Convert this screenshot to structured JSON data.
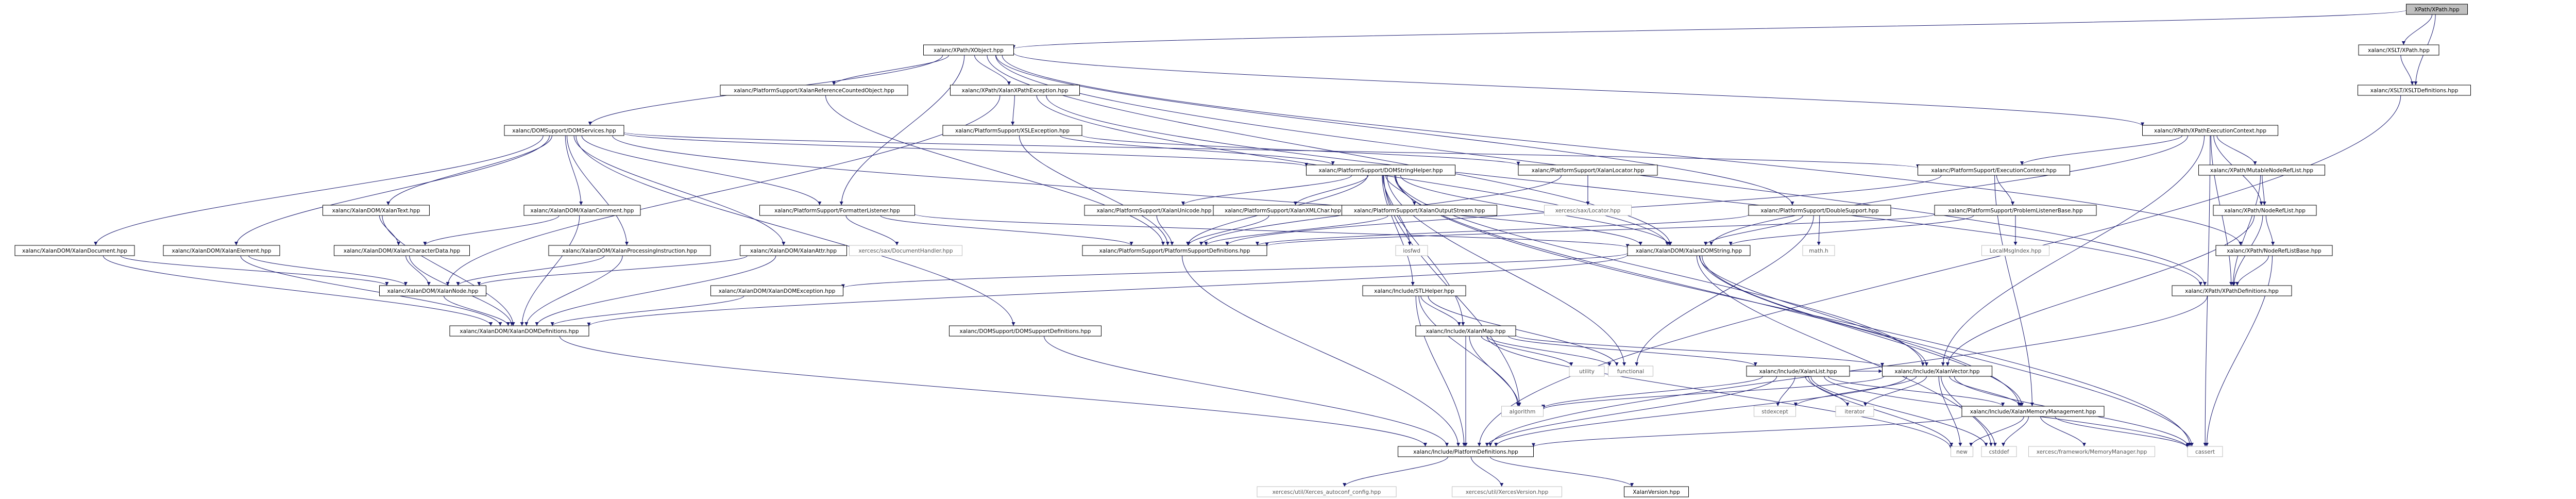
{
  "colors": {
    "edge": "#191970",
    "root_fill": "#bfbfbf",
    "box_border": "#000000",
    "external_border": "#bfbfbf"
  },
  "nodes": [
    {
      "id": "n0",
      "label": "XPath/XPath.hpp",
      "kind": "root"
    },
    {
      "id": "n1",
      "label": "xalanc/XPath/XObject.hpp",
      "kind": "box"
    },
    {
      "id": "n2",
      "label": "xalanc/XSLT/XPath.hpp",
      "kind": "box"
    },
    {
      "id": "n3",
      "label": "xalanc/XSLT/XSLTDefinitions.hpp",
      "kind": "box"
    },
    {
      "id": "n4",
      "label": "xalanc/PlatformSupport/XalanReferenceCountedObject.hpp",
      "kind": "box"
    },
    {
      "id": "n5",
      "label": "xalanc/XPath/XalanXPathException.hpp",
      "kind": "box"
    },
    {
      "id": "n6",
      "label": "xalanc/DOMSupport/DOMServices.hpp",
      "kind": "box"
    },
    {
      "id": "n7",
      "label": "xalanc/PlatformSupport/XSLException.hpp",
      "kind": "box"
    },
    {
      "id": "n8",
      "label": "xalanc/XPath/XPathExecutionContext.hpp",
      "kind": "box"
    },
    {
      "id": "n9",
      "label": "xalanc/PlatformSupport/DOMStringHelper.hpp",
      "kind": "box"
    },
    {
      "id": "n10",
      "label": "xalanc/PlatformSupport/XalanLocator.hpp",
      "kind": "box"
    },
    {
      "id": "n11",
      "label": "xalanc/PlatformSupport/ExecutionContext.hpp",
      "kind": "box"
    },
    {
      "id": "n12",
      "label": "xalanc/XPath/MutableNodeRefList.hpp",
      "kind": "box"
    },
    {
      "id": "n13",
      "label": "xalanc/XPath/NodeRefList.hpp",
      "kind": "box"
    },
    {
      "id": "n14",
      "label": "xalanc/XalanDOM/XalanText.hpp",
      "kind": "box"
    },
    {
      "id": "n15",
      "label": "xalanc/XalanDOM/XalanComment.hpp",
      "kind": "box"
    },
    {
      "id": "n16",
      "label": "xalanc/PlatformSupport/FormatterListener.hpp",
      "kind": "box"
    },
    {
      "id": "n17",
      "label": "xalanc/PlatformSupport/XalanUnicode.hpp",
      "kind": "box"
    },
    {
      "id": "n18",
      "label": "xalanc/PlatformSupport/XalanXMLChar.hpp",
      "kind": "box"
    },
    {
      "id": "n19",
      "label": "xalanc/PlatformSupport/XalanOutputStream.hpp",
      "kind": "box"
    },
    {
      "id": "n20",
      "label": "iosfwd",
      "kind": "ext"
    },
    {
      "id": "n21",
      "label": "xercesc/sax/Locator.hpp",
      "kind": "ext"
    },
    {
      "id": "n22",
      "label": "xalanc/PlatformSupport/DoubleSupport.hpp",
      "kind": "box"
    },
    {
      "id": "n23",
      "label": "xalanc/PlatformSupport/ProblemListenerBase.hpp",
      "kind": "box"
    },
    {
      "id": "n24",
      "label": "xalanc/XPath/NodeRefListBase.hpp",
      "kind": "box"
    },
    {
      "id": "n25",
      "label": "xalanc/XalanDOM/XalanDocument.hpp",
      "kind": "box"
    },
    {
      "id": "n26",
      "label": "xalanc/XalanDOM/XalanElement.hpp",
      "kind": "box"
    },
    {
      "id": "n27",
      "label": "xalanc/XalanDOM/XalanCharacterData.hpp",
      "kind": "box"
    },
    {
      "id": "n28",
      "label": "xalanc/XalanDOM/XalanProcessingInstruction.hpp",
      "kind": "box"
    },
    {
      "id": "n29",
      "label": "xalanc/XalanDOM/XalanAttr.hpp",
      "kind": "box"
    },
    {
      "id": "n30",
      "label": "xercesc/sax/DocumentHandler.hpp",
      "kind": "ext"
    },
    {
      "id": "n31",
      "label": "xalanc/PlatformSupport/PlatformSupportDefinitions.hpp",
      "kind": "box"
    },
    {
      "id": "n32",
      "label": "xalanc/XalanDOM/XalanDOMString.hpp",
      "kind": "box"
    },
    {
      "id": "n33",
      "label": "math.h",
      "kind": "ext"
    },
    {
      "id": "n34",
      "label": "LocalMsgIndex.hpp",
      "kind": "ext"
    },
    {
      "id": "n35",
      "label": "xalanc/XPath/XPathDefinitions.hpp",
      "kind": "box"
    },
    {
      "id": "n36",
      "label": "xalanc/XalanDOM/XalanNode.hpp",
      "kind": "box"
    },
    {
      "id": "n37",
      "label": "xalanc/XalanDOM/XalanDOMException.hpp",
      "kind": "box"
    },
    {
      "id": "n38",
      "label": "xalanc/Include/STLHelper.hpp",
      "kind": "box"
    },
    {
      "id": "n39",
      "label": "xalanc/XalanDOM/XalanDOMDefinitions.hpp",
      "kind": "box"
    },
    {
      "id": "n40",
      "label": "xalanc/DOMSupport/DOMSupportDefinitions.hpp",
      "kind": "box"
    },
    {
      "id": "n41",
      "label": "xalanc/Include/XalanMap.hpp",
      "kind": "box"
    },
    {
      "id": "n42",
      "label": "utility",
      "kind": "ext"
    },
    {
      "id": "n43",
      "label": "functional",
      "kind": "ext"
    },
    {
      "id": "n44",
      "label": "xalanc/Include/XalanList.hpp",
      "kind": "box"
    },
    {
      "id": "n45",
      "label": "xalanc/Include/XalanVector.hpp",
      "kind": "box"
    },
    {
      "id": "n46",
      "label": "algorithm",
      "kind": "ext"
    },
    {
      "id": "n47",
      "label": "stdexcept",
      "kind": "ext"
    },
    {
      "id": "n48",
      "label": "iterator",
      "kind": "ext"
    },
    {
      "id": "n49",
      "label": "xalanc/Include/XalanMemoryManagement.hpp",
      "kind": "box"
    },
    {
      "id": "n50",
      "label": "new",
      "kind": "ext"
    },
    {
      "id": "n51",
      "label": "cstddef",
      "kind": "ext"
    },
    {
      "id": "n52",
      "label": "xercesc/framework/MemoryManager.hpp",
      "kind": "ext"
    },
    {
      "id": "n53",
      "label": "cassert",
      "kind": "ext"
    },
    {
      "id": "n54",
      "label": "xalanc/Include/PlatformDefinitions.hpp",
      "kind": "box"
    },
    {
      "id": "n55",
      "label": "xercesc/util/Xerces_autoconf_config.hpp",
      "kind": "ext"
    },
    {
      "id": "n56",
      "label": "xercesc/util/XercesVersion.hpp",
      "kind": "ext"
    },
    {
      "id": "n57",
      "label": "XalanVersion.hpp",
      "kind": "box"
    }
  ],
  "edges": [
    [
      "n0",
      "n1"
    ],
    [
      "n0",
      "n2"
    ],
    [
      "n0",
      "n3"
    ],
    [
      "n2",
      "n3"
    ],
    [
      "n1",
      "n4"
    ],
    [
      "n1",
      "n5"
    ],
    [
      "n1",
      "n6"
    ],
    [
      "n1",
      "n8"
    ],
    [
      "n1",
      "n16"
    ],
    [
      "n1",
      "n22"
    ],
    [
      "n1",
      "n32"
    ],
    [
      "n1",
      "n24"
    ],
    [
      "n1",
      "n35"
    ],
    [
      "n3",
      "n54"
    ],
    [
      "n4",
      "n31"
    ],
    [
      "n5",
      "n7"
    ],
    [
      "n5",
      "n36"
    ],
    [
      "n5",
      "n32"
    ],
    [
      "n5",
      "n35"
    ],
    [
      "n6",
      "n9"
    ],
    [
      "n6",
      "n14"
    ],
    [
      "n6",
      "n15"
    ],
    [
      "n6",
      "n16"
    ],
    [
      "n6",
      "n25"
    ],
    [
      "n6",
      "n26"
    ],
    [
      "n6",
      "n28"
    ],
    [
      "n6",
      "n29"
    ],
    [
      "n6",
      "n32"
    ],
    [
      "n6",
      "n40"
    ],
    [
      "n6",
      "n11"
    ],
    [
      "n7",
      "n9"
    ],
    [
      "n7",
      "n10"
    ],
    [
      "n7",
      "n31"
    ],
    [
      "n8",
      "n11"
    ],
    [
      "n8",
      "n12"
    ],
    [
      "n8",
      "n13"
    ],
    [
      "n8",
      "n35"
    ],
    [
      "n8",
      "n45"
    ],
    [
      "n8",
      "n53"
    ],
    [
      "n8",
      "n32"
    ],
    [
      "n9",
      "n17"
    ],
    [
      "n9",
      "n18"
    ],
    [
      "n9",
      "n19"
    ],
    [
      "n9",
      "n20"
    ],
    [
      "n9",
      "n31"
    ],
    [
      "n9",
      "n32"
    ],
    [
      "n9",
      "n38"
    ],
    [
      "n9",
      "n41"
    ],
    [
      "n9",
      "n45"
    ],
    [
      "n9",
      "n46"
    ],
    [
      "n9",
      "n43"
    ],
    [
      "n9",
      "n49"
    ],
    [
      "n9",
      "n53"
    ],
    [
      "n10",
      "n21"
    ],
    [
      "n10",
      "n31"
    ],
    [
      "n11",
      "n23"
    ],
    [
      "n11",
      "n31"
    ],
    [
      "n11",
      "n49"
    ],
    [
      "n12",
      "n13"
    ],
    [
      "n12",
      "n35"
    ],
    [
      "n13",
      "n24"
    ],
    [
      "n13",
      "n35"
    ],
    [
      "n13",
      "n45"
    ],
    [
      "n14",
      "n27"
    ],
    [
      "n15",
      "n27"
    ],
    [
      "n14",
      "n39"
    ],
    [
      "n15",
      "n39"
    ],
    [
      "n16",
      "n30"
    ],
    [
      "n16",
      "n31"
    ],
    [
      "n16",
      "n32"
    ],
    [
      "n17",
      "n31"
    ],
    [
      "n18",
      "n31"
    ],
    [
      "n19",
      "n31"
    ],
    [
      "n22",
      "n31"
    ],
    [
      "n22",
      "n33"
    ],
    [
      "n22",
      "n32"
    ],
    [
      "n22",
      "n43"
    ],
    [
      "n23",
      "n34"
    ],
    [
      "n23",
      "n31"
    ],
    [
      "n23",
      "n32"
    ],
    [
      "n24",
      "n35"
    ],
    [
      "n24",
      "n53"
    ],
    [
      "n25",
      "n36"
    ],
    [
      "n25",
      "n39"
    ],
    [
      "n26",
      "n36"
    ],
    [
      "n26",
      "n39"
    ],
    [
      "n27",
      "n36"
    ],
    [
      "n27",
      "n39"
    ],
    [
      "n28",
      "n36"
    ],
    [
      "n28",
      "n39"
    ],
    [
      "n29",
      "n36"
    ],
    [
      "n29",
      "n39"
    ],
    [
      "n31",
      "n54"
    ],
    [
      "n32",
      "n37"
    ],
    [
      "n32",
      "n45"
    ],
    [
      "n32",
      "n49"
    ],
    [
      "n32",
      "n53"
    ],
    [
      "n32",
      "n51"
    ],
    [
      "n32",
      "n39"
    ],
    [
      "n35",
      "n54"
    ],
    [
      "n36",
      "n39"
    ],
    [
      "n37",
      "n39"
    ],
    [
      "n38",
      "n41"
    ],
    [
      "n38",
      "n43"
    ],
    [
      "n38",
      "n46"
    ],
    [
      "n38",
      "n54"
    ],
    [
      "n39",
      "n54"
    ],
    [
      "n40",
      "n54"
    ],
    [
      "n41",
      "n42"
    ],
    [
      "n41",
      "n43"
    ],
    [
      "n41",
      "n44"
    ],
    [
      "n41",
      "n45"
    ],
    [
      "n41",
      "n46"
    ],
    [
      "n41",
      "n54"
    ],
    [
      "n41",
      "n50"
    ],
    [
      "n44",
      "n45"
    ],
    [
      "n44",
      "n46"
    ],
    [
      "n44",
      "n47"
    ],
    [
      "n44",
      "n48"
    ],
    [
      "n44",
      "n49"
    ],
    [
      "n44",
      "n50"
    ],
    [
      "n44",
      "n51"
    ],
    [
      "n44",
      "n53"
    ],
    [
      "n44",
      "n54"
    ],
    [
      "n45",
      "n46"
    ],
    [
      "n45",
      "n47"
    ],
    [
      "n45",
      "n48"
    ],
    [
      "n45",
      "n49"
    ],
    [
      "n45",
      "n50"
    ],
    [
      "n45",
      "n51"
    ],
    [
      "n45",
      "n53"
    ],
    [
      "n45",
      "n54"
    ],
    [
      "n49",
      "n50"
    ],
    [
      "n49",
      "n51"
    ],
    [
      "n49",
      "n52"
    ],
    [
      "n49",
      "n53"
    ],
    [
      "n49",
      "n54"
    ],
    [
      "n54",
      "n55"
    ],
    [
      "n54",
      "n56"
    ],
    [
      "n54",
      "n57"
    ]
  ]
}
